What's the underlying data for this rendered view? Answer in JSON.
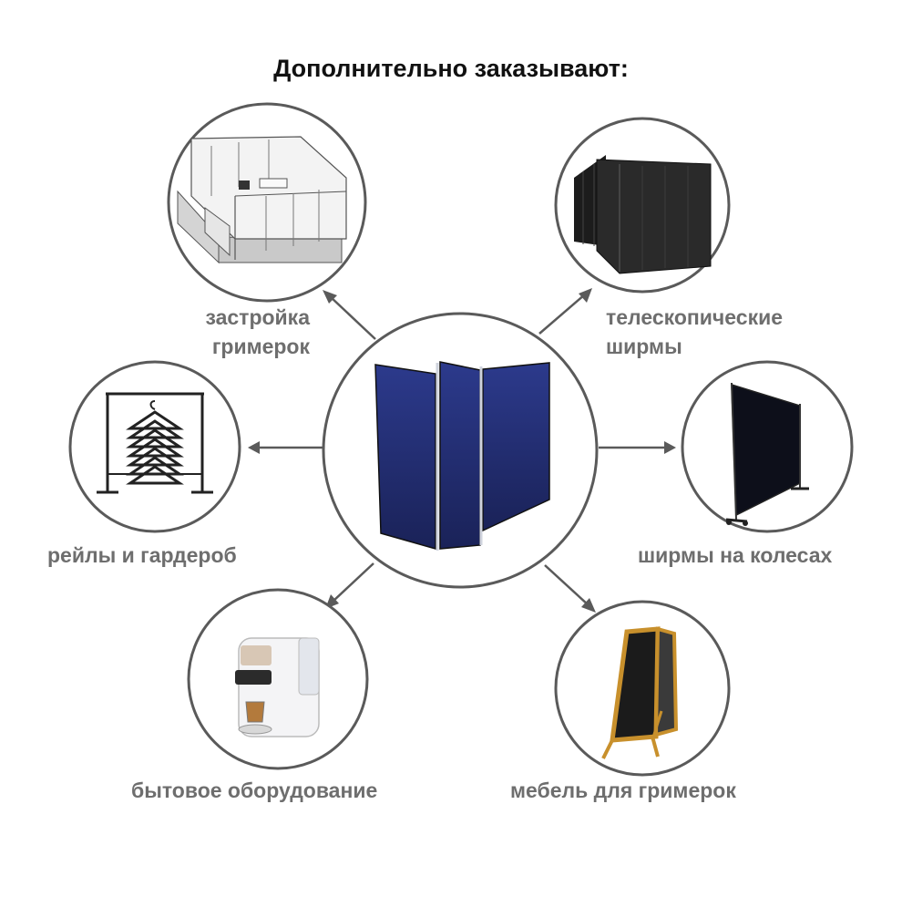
{
  "title": "Дополнительно заказывают:",
  "center": {
    "item": "folding-screen"
  },
  "items": [
    {
      "id": "booths",
      "label_lines": [
        "застройка",
        "гримерок"
      ],
      "icon": "booth-construction-icon"
    },
    {
      "id": "telescopic",
      "label_lines": [
        "телескопические",
        "ширмы"
      ],
      "icon": "curtain-screens-icon"
    },
    {
      "id": "racks",
      "label_lines": [
        "рейлы и гардероб"
      ],
      "icon": "clothes-rack-icon"
    },
    {
      "id": "wheels",
      "label_lines": [
        "ширмы на колесах"
      ],
      "icon": "wheeled-screen-icon"
    },
    {
      "id": "appliances",
      "label_lines": [
        "бытовое оборудование"
      ],
      "icon": "coffee-machine-icon"
    },
    {
      "id": "furniture",
      "label_lines": [
        "мебель для гримерок"
      ],
      "icon": "mirror-icon"
    }
  ],
  "colors": {
    "ring": "#5a5a5a",
    "label": "#6e6e6e",
    "title": "#111111",
    "screen": "#1f2a6b"
  }
}
